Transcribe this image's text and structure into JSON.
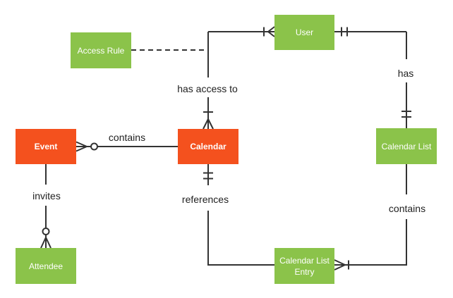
{
  "diagram": {
    "type": "entity-relationship",
    "colors": {
      "orange": "#F4511E",
      "green": "#8BC34A",
      "line": "#333333",
      "label_text": "#212121",
      "entity_text": "#FFFFFF",
      "background": "#FFFFFF"
    },
    "entities": [
      {
        "id": "access-rule",
        "label": "Access Rule",
        "color": "green"
      },
      {
        "id": "user",
        "label": "User",
        "color": "green"
      },
      {
        "id": "event",
        "label": "Event",
        "color": "orange"
      },
      {
        "id": "calendar",
        "label": "Calendar",
        "color": "orange"
      },
      {
        "id": "calendar-list",
        "label": "Calendar List",
        "color": "green"
      },
      {
        "id": "attendee",
        "label": "Attendee",
        "color": "green"
      },
      {
        "id": "calendar-list-entry",
        "label": "Calendar List Entry",
        "color": "green"
      }
    ],
    "relationships": [
      {
        "id": "event-contains-calendar",
        "label": "contains",
        "from": "event",
        "to": "calendar",
        "from_marker": "zero-or-many",
        "to_marker": "none",
        "style": "solid"
      },
      {
        "id": "calendar-has-access-to-user",
        "label": "has access to",
        "from": "calendar",
        "to": "user",
        "from_marker": "one-or-many",
        "to_marker": "one-or-many",
        "style": "solid"
      },
      {
        "id": "access-rule-attachment",
        "label": "",
        "from": "access-rule",
        "to": "has-access-to-line",
        "from_marker": "none",
        "to_marker": "none",
        "style": "dashed"
      },
      {
        "id": "user-has-calendar-list",
        "label": "has",
        "from": "user",
        "to": "calendar-list",
        "from_marker": "exactly-one",
        "to_marker": "exactly-one",
        "style": "solid"
      },
      {
        "id": "calendar-references-entry",
        "label": "references",
        "from": "calendar",
        "to": "calendar-list-entry",
        "from_marker": "exactly-one",
        "to_marker": "none",
        "style": "solid"
      },
      {
        "id": "calendar-list-contains-entry",
        "label": "contains",
        "from": "calendar-list",
        "to": "calendar-list-entry",
        "from_marker": "none",
        "to_marker": "one-or-many",
        "style": "solid"
      },
      {
        "id": "event-invites-attendee",
        "label": "invites",
        "from": "event",
        "to": "attendee",
        "from_marker": "none",
        "to_marker": "zero-or-many",
        "style": "solid"
      }
    ]
  }
}
